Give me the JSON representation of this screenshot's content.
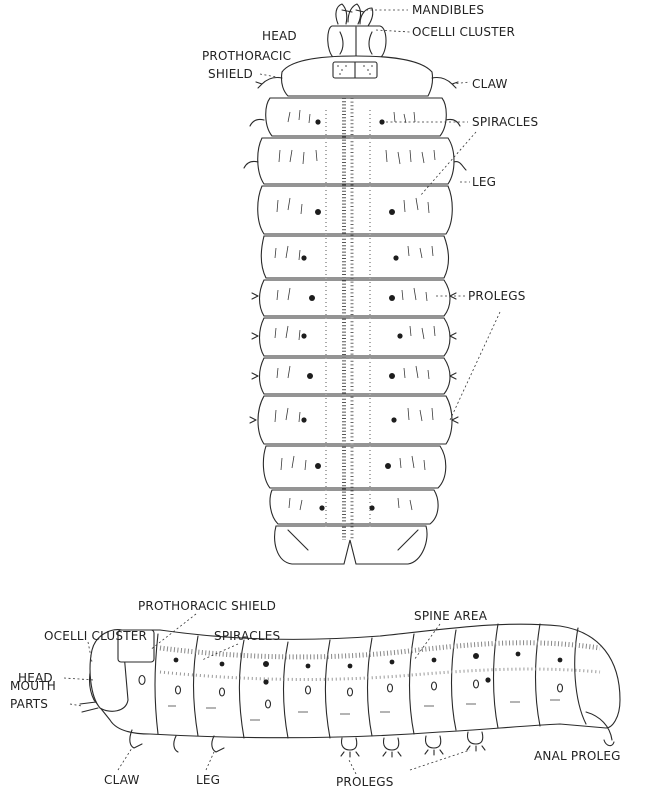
{
  "dorsal_view": {
    "labels": {
      "mandibles": "MANDIBLES",
      "head": "HEAD",
      "ocelli_cluster": "OCELLI CLUSTER",
      "prothoracic": "PROTHORACIC",
      "shield": "SHIELD",
      "claw": "CLAW",
      "spiracles": "SPIRACLES",
      "leg": "LEG",
      "prolegs": "PROLEGS"
    }
  },
  "lateral_view": {
    "labels": {
      "prothoracic_shield": "PROTHORACIC SHIELD",
      "ocelli_cluster": "OCELLI CLUSTER",
      "spiracles": "SPIRACLES",
      "spine_area": "SPINE AREA",
      "head": "HEAD",
      "mouth": "MOUTH",
      "parts": "PARTS",
      "claw": "CLAW",
      "leg": "LEG",
      "prolegs": "PROLEGS",
      "anal_proleg": "ANAL PROLEG"
    }
  },
  "colors": {
    "ink": "#2a2a2a",
    "paper": "#ffffff"
  }
}
